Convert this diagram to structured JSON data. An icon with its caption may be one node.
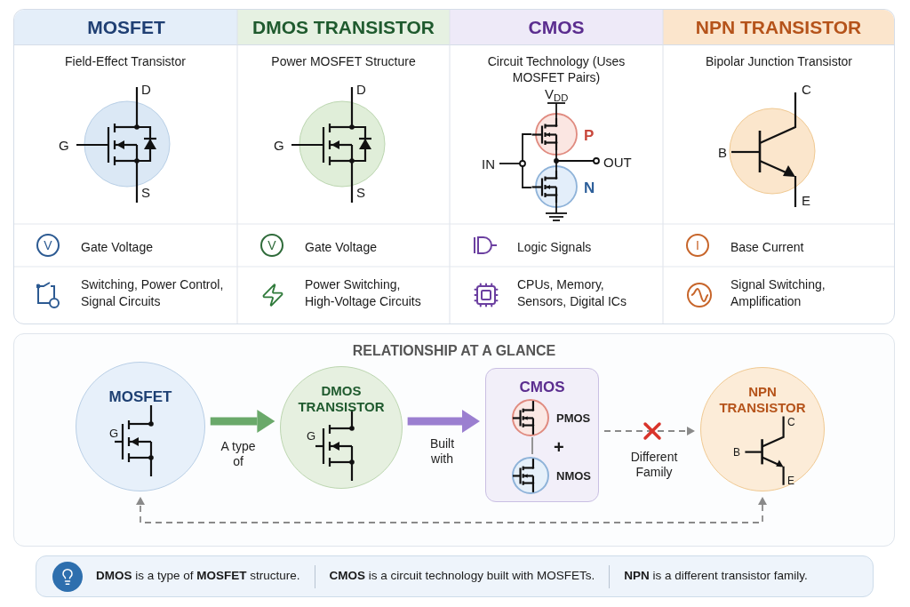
{
  "diagram": {
    "nodes": [
      {
        "text": [
          "MOSFET"
        ]
      },
      {
        "text": [
          "DMOS TRANSISTOR"
        ]
      },
      {
        "text": [
          "CMOS"
        ]
      },
      {
        "text": [],
        "shape": "circle",
        "in": 2,
        "beside": [
          "PMOS"
        ]
      },
      {
        "text": [],
        "shape": "circle",
        "in": 2,
        "beside": [
          "NMOS"
        ]
      },
      {
        "text": [
          "NPN TRANSISTOR"
        ]
      }
    ],
    "edges": [
      {
        "from": 0,
        "to": 1,
        "arrow": "to",
        "label": "A type of",
        "style": "thick",
        "color": "#6aa96a"
      },
      {
        "from": 1,
        "to": 2,
        "arrow": "to",
        "label": "Built with",
        "style": "thick",
        "color": "#9b7fd0"
      },
      {
        "from": 3,
        "to": 4,
        "arrow": "none"
      },
      {
        "from": 2,
        "to": 5,
        "arrow": "to",
        "label": "Different Family",
        "style": "dashed"
      },
      {
        "from": 5,
        "to": 0,
        "arrow": "both",
        "style": "dashed"
      }
    ],
    "labels": [
      "MOSFET",
      "DMOS TRANSISTOR",
      "CMOS",
      "NPN TRANSISTOR",
      "Field-Effect Transistor",
      "Power MOSFET Structure",
      "Circuit Technology (Uses MOSFET Pairs)",
      "Bipolar Junction Transistor",
      "D",
      "G",
      "S",
      "D",
      "G",
      "S",
      "V$_{DD}$",
      "IN",
      "P",
      "OUT",
      "N",
      "C",
      "B",
      "E",
      "V",
      "Gate Voltage",
      "V",
      "Gate Voltage",
      "Logic Signals",
      "I",
      "Base Current",
      "Switching, Power Control, Signal Circuits",
      "Power Switching, High-Voltage Circuits",
      "CPUs, Memory, Sensors, Digital ICs",
      "Signal Switching, Amplification",
      "RELATIONSHIP AT A GLANCE",
      "G",
      "G",
      "+",
      "C",
      "B",
      "E",
      "**DMOS** is a type of **MOSFET** structure.",
      "**CMOS** is a circuit technology built with MOSFETs.",
      "**NPN** is a different transistor family."
    ]
  }
}
